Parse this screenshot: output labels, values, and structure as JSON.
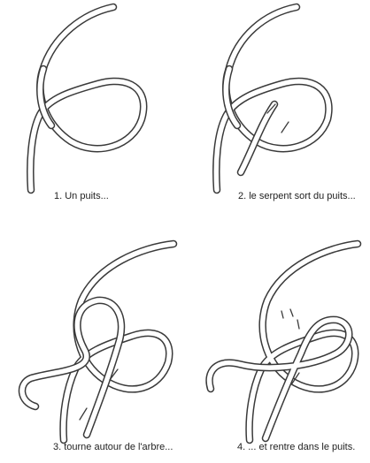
{
  "steps": [
    {
      "number": 1,
      "caption": "1. Un puits..."
    },
    {
      "number": 2,
      "caption": "2. le serpent sort du puits..."
    },
    {
      "number": 3,
      "caption": "3. tourne autour de l'arbre..."
    },
    {
      "number": 4,
      "caption": "4. ... et rentre dans le puits."
    }
  ],
  "colors": {
    "rope_outline": "#3a3a3a",
    "rope_fill": "#ffffff",
    "caption_text": "#222222"
  }
}
